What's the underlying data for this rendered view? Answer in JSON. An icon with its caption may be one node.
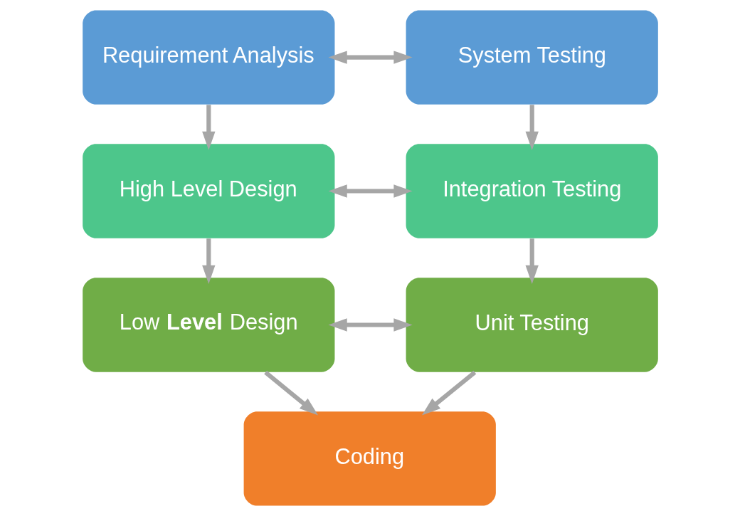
{
  "diagram": {
    "nodes": [
      {
        "text": [
          "Requirement Analysis"
        ]
      },
      {
        "text": [
          "System Testing"
        ]
      },
      {
        "text": [
          "High Level Design"
        ]
      },
      {
        "text": [
          "Integration Testing"
        ]
      },
      {
        "text": [
          "Low **Level** Design"
        ]
      },
      {
        "text": [
          "Unit Testing"
        ]
      },
      {
        "text": [
          "Coding"
        ]
      }
    ],
    "edges": [
      {
        "from": 0,
        "to": 1,
        "arrow": "both"
      },
      {
        "from": 0,
        "to": 2,
        "arrow": "to"
      },
      {
        "from": 1,
        "to": 3,
        "arrow": "to"
      },
      {
        "from": 2,
        "to": 3,
        "arrow": "both"
      },
      {
        "from": 2,
        "to": 4,
        "arrow": "to"
      },
      {
        "from": 3,
        "to": 5,
        "arrow": "to"
      },
      {
        "from": 4,
        "to": 5,
        "arrow": "both"
      },
      {
        "from": 4,
        "to": 6,
        "arrow": "to"
      },
      {
        "from": 5,
        "to": 6,
        "arrow": "to"
      }
    ]
  }
}
